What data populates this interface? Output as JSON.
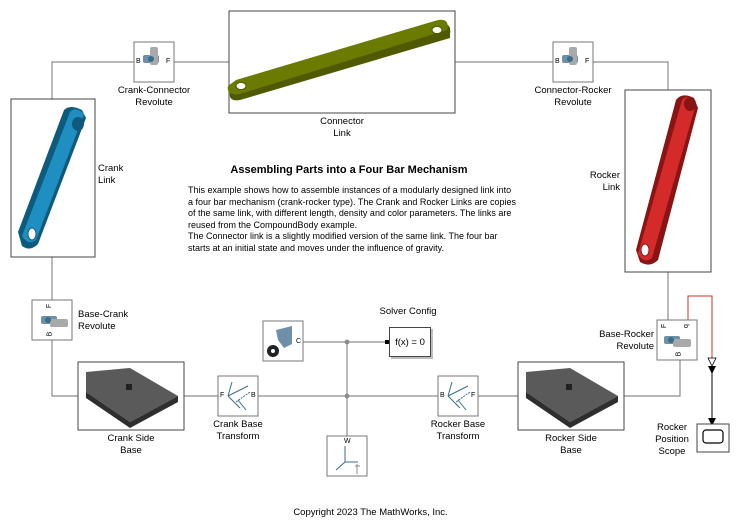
{
  "title": "Assembling Parts into a Four Bar Mechanism",
  "description": [
    "This example shows how to assemble instances of a modularly designed link into a four bar mechanism (crank-rocker type). The Crank and Rocker Links are copies of the same link, with different length, density and color parameters. The links are reused from the CompoundBody example.",
    "The Connector link is a slightly modified version of the same link. The four bar starts at an initial state and moves under the influence of gravity."
  ],
  "copyright": "Copyright 2023 The MathWorks, Inc.",
  "blocks": {
    "crank_connector_revolute": {
      "label_line1": "Crank-Connector",
      "label_line2": "Revolute",
      "port_b": "B",
      "port_f": "F"
    },
    "connector_rocker_revolute": {
      "label_line1": "Connector-Rocker",
      "label_line2": "Revolute",
      "port_b": "B",
      "port_f": "F"
    },
    "connector_link": {
      "label_line1": "Connector",
      "label_line2": "Link",
      "color": "#6b7a00"
    },
    "crank_link": {
      "label_line1": "Crank",
      "label_line2": "Link",
      "color": "#1e8fc0"
    },
    "rocker_link": {
      "label_line1": "Rocker",
      "label_line2": "Link",
      "color": "#d42a2a"
    },
    "base_crank_revolute": {
      "label_line1": "Base-Crank",
      "label_line2": "Revolute",
      "port_b": "B",
      "port_f": "F"
    },
    "base_rocker_revolute": {
      "label_line1": "Base-Rocker",
      "label_line2": "Revolute",
      "port_b": "B",
      "port_f": "F",
      "port_q": "q"
    },
    "solver_config": {
      "label": "Solver Config",
      "text": "f(x) = 0"
    },
    "mechanism_config": {
      "port_c": "C"
    },
    "world_frame": {
      "port_w": "W"
    },
    "crank_side_base": {
      "label_line1": "Crank Side",
      "label_line2": "Base"
    },
    "rocker_side_base": {
      "label_line1": "Rocker Side",
      "label_line2": "Base"
    },
    "crank_base_transform": {
      "label_line1": "Crank Base",
      "label_line2": "Transform",
      "port_b": "B",
      "port_f": "F"
    },
    "rocker_base_transform": {
      "label_line1": "Rocker Base",
      "label_line2": "Transform",
      "port_b": "B",
      "port_f": "F"
    },
    "rocker_position_scope": {
      "label_line1": "Rocker",
      "label_line2": "Position",
      "label_line3": "Scope"
    }
  },
  "colors": {
    "wire": "#8c8c8c",
    "signal_wire": "#000000",
    "signal_highlight": "#c0392b",
    "base_plate": "#3c3c3c"
  }
}
